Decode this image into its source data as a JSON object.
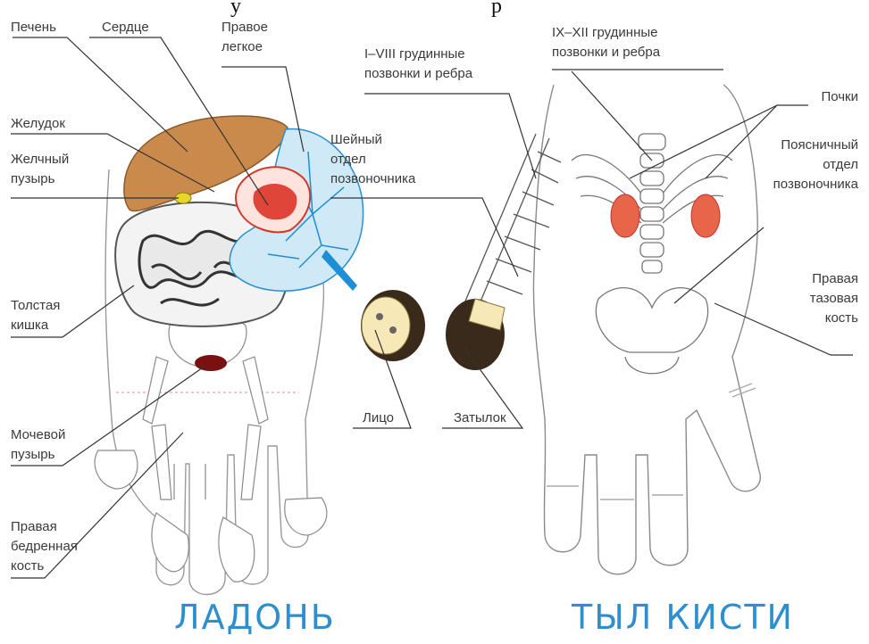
{
  "top_fragment": "у",
  "top_fragment_2": "р",
  "labels": {
    "liver": "Печень",
    "heart": "Сердце",
    "right_lung": "Правое\nлегкое",
    "thoracic_1_8": "I–VIII грудинные\nпозвонки и ребра",
    "thoracic_9_12": "IX–XII грудинные\nпозвонки и ребра",
    "stomach": "Желудок",
    "gallbladder": "Желчный\nпузырь",
    "cervical": "Шейный\nотдел\nпозвоночника",
    "kidneys": "Почки",
    "lumbar": "Поясничный\nотдел\nпозвоночника",
    "colon": "Толстая\nкишка",
    "pelvic_bone": "Правая\nтазовая\nкость",
    "face": "Лицо",
    "occiput": "Затылок",
    "bladder": "Мочевой\nпузырь",
    "femur": "Правая\nбедренная\nкость"
  },
  "titles": {
    "palm": "ЛАДОНЬ",
    "back": "ТЫЛ КИСТИ"
  },
  "colors": {
    "label_text": "#3a3a3a",
    "title": "#2e8fcf",
    "liver": "#c98a4b",
    "lung": "#cfe9f7",
    "lung_vessel": "#1e8fd6",
    "heart": "#e0453a",
    "kidney": "#e8654a",
    "bladder": "#7a1010",
    "hair": "#3a2a1c"
  }
}
